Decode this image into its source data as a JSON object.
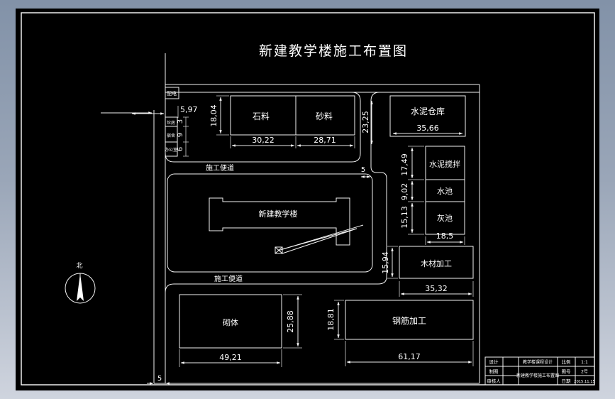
{
  "drawing_title": "新建教学楼施工布置图",
  "north": {
    "label": "北"
  },
  "roads": {
    "top_label": "施工便道",
    "bottom_label": "施工便道"
  },
  "building": {
    "label": "新建教学楼"
  },
  "facilities": {
    "stone": "石料",
    "sand": "砂料",
    "cement_warehouse": "水泥仓库",
    "cement_mixing": "水泥搅拌",
    "water_pool": "水池",
    "ash_pool": "灰池",
    "wood_processing": "木材加工",
    "rebar_processing": "钢筋加工",
    "masonry": "砌体"
  },
  "rooms": {
    "power": "配电",
    "kitchen": "伙房",
    "dorm": "宿舍",
    "office": "办公室"
  },
  "dims": {
    "room_width": "5,97",
    "room1_h": "3",
    "room2_h": "9",
    "room3_h": "6",
    "stone_h": "18,04",
    "stone_w": "30,22",
    "sand_w": "28,71",
    "yard_gap": "23,25",
    "cement_warehouse_w": "35,66",
    "mixing_h": "17,49",
    "water_h": "9,02",
    "ash_h": "15,13",
    "pool_w": "18,5",
    "wood_h": "15,94",
    "wood_w": "35,32",
    "rebar_h": "18,81",
    "rebar_w": "61,17",
    "masonry_h": "25,88",
    "masonry_w": "49,21",
    "road_w_top": "5",
    "road_w_bottom": "5"
  },
  "title_block": {
    "rows": [
      {
        "label": "设计"
      },
      {
        "label": "制图"
      },
      {
        "label": "审核人"
      }
    ],
    "project": "教学楼课程设计",
    "drawing_name": "新建教学楼施工布置图",
    "meta": [
      {
        "label": "比例",
        "value": "1:1"
      },
      {
        "label": "图号",
        "value": "2号"
      },
      {
        "label": "日期",
        "value": "2015.11.15"
      }
    ]
  },
  "colors": {
    "canvas": "#000000",
    "line": "#ffffff",
    "chrome_top": "#8292a8",
    "chrome_bottom": "#cfd4de"
  }
}
